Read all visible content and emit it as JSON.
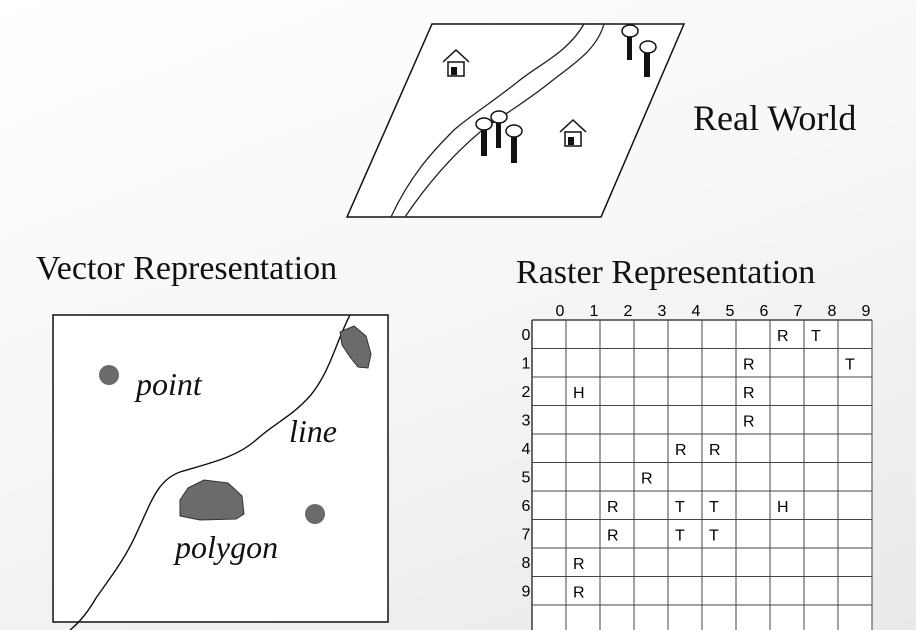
{
  "titles": {
    "real_world": "Real World",
    "vector": "Vector Representation",
    "raster": "Raster Representation"
  },
  "vector_labels": {
    "point": "point",
    "line": "line",
    "polygon": "polygon"
  },
  "raster": {
    "col_labels": [
      "0",
      "1",
      "2",
      "3",
      "4",
      "5",
      "6",
      "7",
      "8",
      "9"
    ],
    "row_labels": [
      "0",
      "1",
      "2",
      "3",
      "4",
      "5",
      "6",
      "7",
      "8",
      "9"
    ],
    "cells": [
      {
        "row": 0,
        "col": 7,
        "value": "R"
      },
      {
        "row": 0,
        "col": 8,
        "value": "T"
      },
      {
        "row": 1,
        "col": 6,
        "value": "R"
      },
      {
        "row": 1,
        "col": 9,
        "value": "T"
      },
      {
        "row": 2,
        "col": 1,
        "value": "H"
      },
      {
        "row": 2,
        "col": 6,
        "value": "R"
      },
      {
        "row": 3,
        "col": 6,
        "value": "R"
      },
      {
        "row": 4,
        "col": 4,
        "value": "R"
      },
      {
        "row": 4,
        "col": 5,
        "value": "R"
      },
      {
        "row": 5,
        "col": 3,
        "value": "R"
      },
      {
        "row": 6,
        "col": 2,
        "value": "R"
      },
      {
        "row": 6,
        "col": 4,
        "value": "T"
      },
      {
        "row": 6,
        "col": 5,
        "value": "T"
      },
      {
        "row": 6,
        "col": 7,
        "value": "H"
      },
      {
        "row": 7,
        "col": 2,
        "value": "R"
      },
      {
        "row": 7,
        "col": 4,
        "value": "T"
      },
      {
        "row": 7,
        "col": 5,
        "value": "T"
      },
      {
        "row": 8,
        "col": 1,
        "value": "R"
      },
      {
        "row": 9,
        "col": 1,
        "value": "R"
      }
    ]
  },
  "colors": {
    "feature_fill": "#6b6b6b",
    "line": "#111111"
  }
}
